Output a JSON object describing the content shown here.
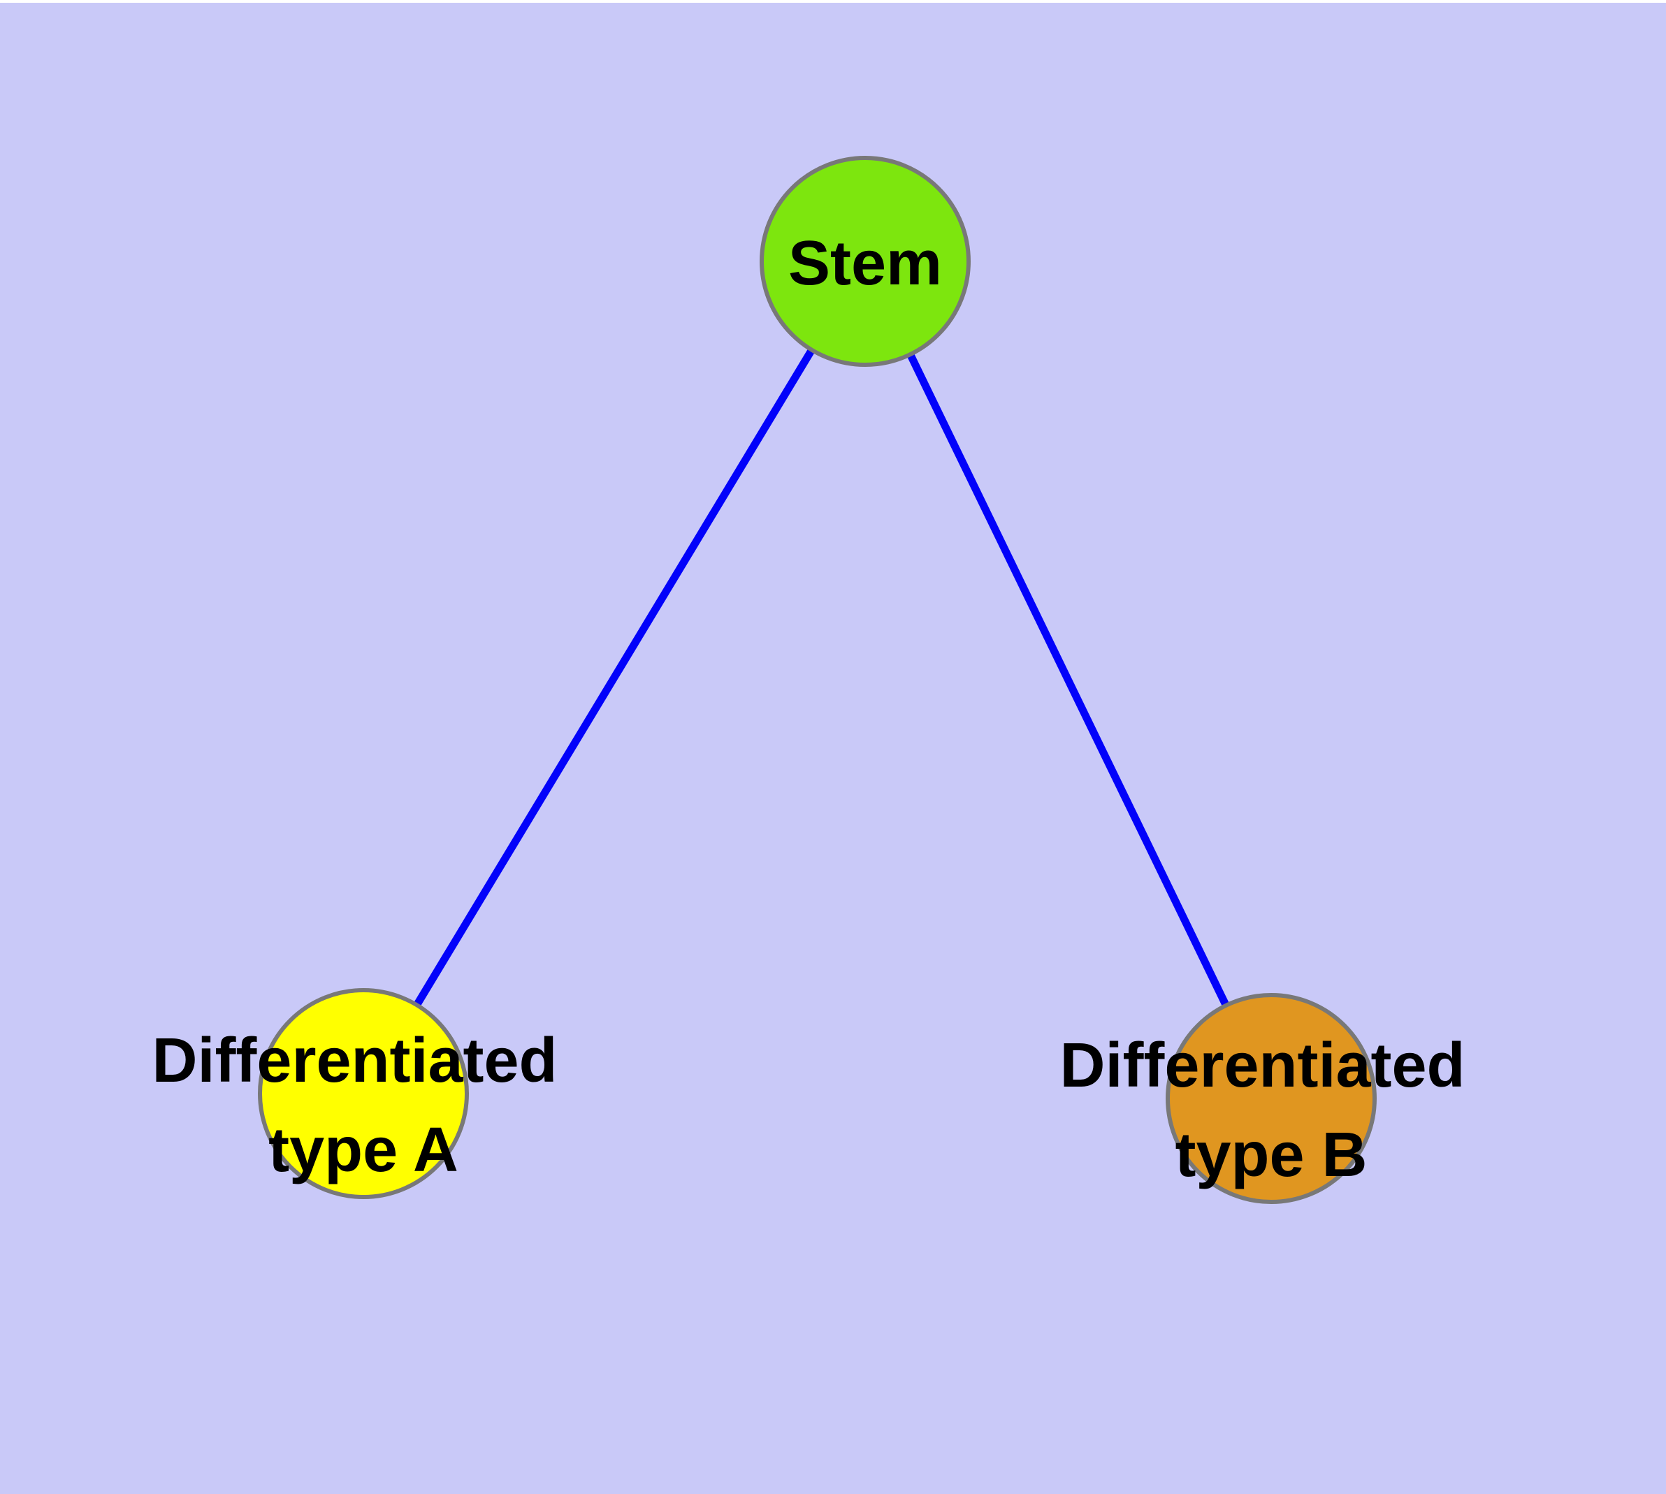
{
  "colors": {
    "canvas-margin": "#FFFFFF",
    "background": "#C9C9F8",
    "edge": "#0202FA",
    "node-border": "#787878",
    "text": "#000000"
  },
  "nodes": [
    {
      "id": "stem",
      "label": "Stem",
      "fill": "#7DE60E"
    },
    {
      "id": "differentiated-type-a",
      "label_line1": "Differentiated",
      "label_line2": "type A",
      "fill": "#FFFF00"
    },
    {
      "id": "differentiated-type-b",
      "label_line1": "Differentiated",
      "label_line2": "type B",
      "fill": "#E09620"
    }
  ],
  "edges": [
    {
      "from": "stem",
      "to": "differentiated-type-a"
    },
    {
      "from": "stem",
      "to": "differentiated-type-b"
    }
  ]
}
